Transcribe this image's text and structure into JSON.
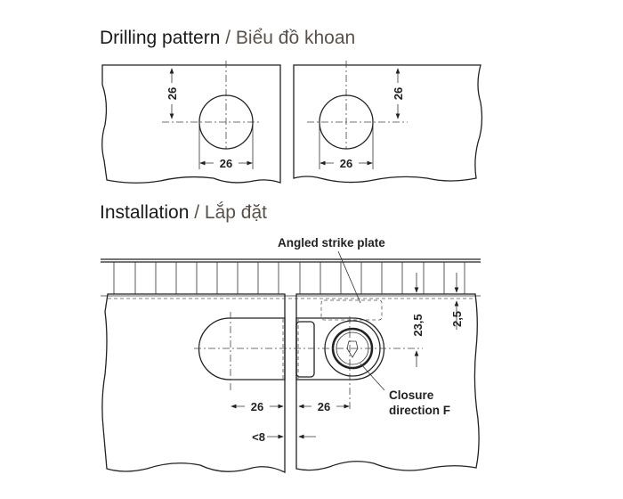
{
  "sections": {
    "drilling": {
      "title_en": "Drilling pattern",
      "separator": " / ",
      "title_vi": "Biểu đồ khoan"
    },
    "installation": {
      "title_en": "Installation",
      "separator": " / ",
      "title_vi": "Lắp đặt"
    }
  },
  "drilling_dims": {
    "left_vertical": "26",
    "left_horizontal": "26",
    "right_vertical": "26",
    "right_horizontal": "26"
  },
  "installation_dims": {
    "left_width": "26",
    "right_width": "26",
    "gap": "<8",
    "height_23_5": "23,5",
    "height_2_5": "2,5"
  },
  "labels": {
    "strike_plate": "Angled strike plate",
    "closure_line1": "Closure",
    "closure_line2": "direction F"
  },
  "colors": {
    "title_en": "#1a1a1a",
    "title_vi": "#5b514b",
    "line": "#222222"
  }
}
